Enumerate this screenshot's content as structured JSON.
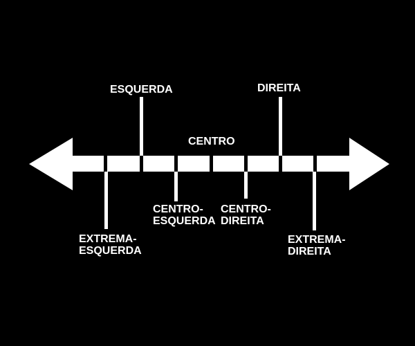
{
  "colors": {
    "background": "#000000",
    "foreground": "#ffffff"
  },
  "spectrum": {
    "labels": {
      "extrema_esquerda": "EXTREMA-\nESQUERDA",
      "esquerda": "ESQUERDA",
      "centro_esquerda": "CENTRO-\nESQUERDA",
      "centro": "CENTRO",
      "centro_direita": "CENTRO-\nDIREITA",
      "direita": "DIREITA",
      "extrema_direita": "EXTREMA-\nDIREITA"
    },
    "icons": {
      "left": "arrow-left-icon",
      "right": "arrow-right-icon"
    }
  }
}
